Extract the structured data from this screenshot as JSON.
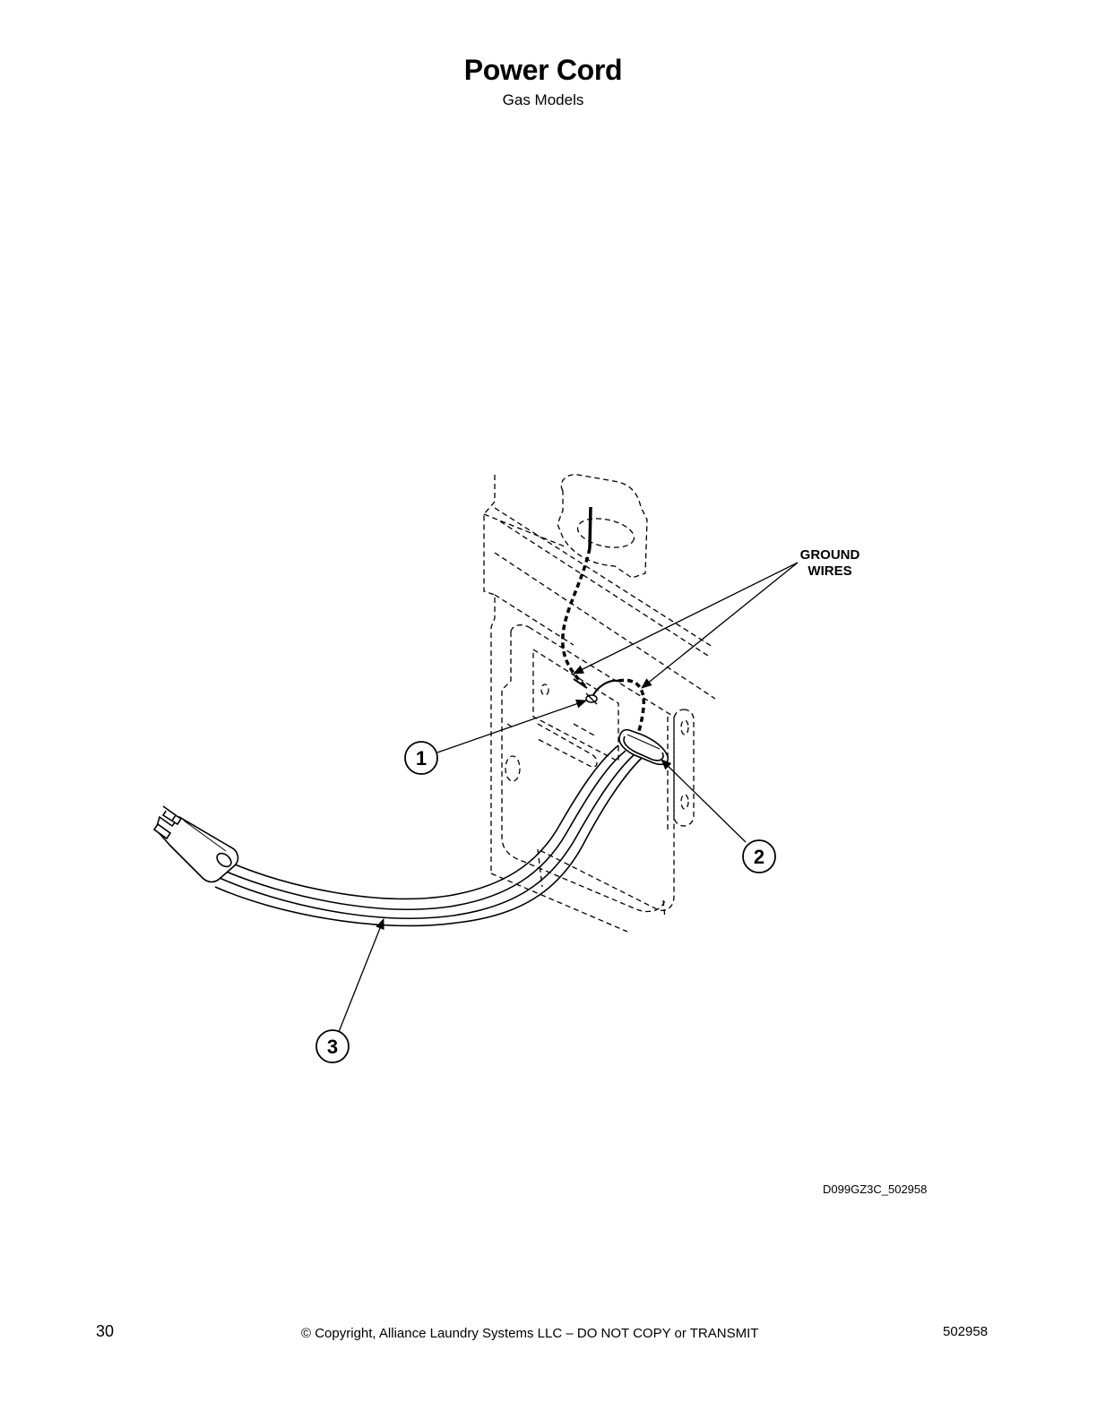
{
  "header": {
    "title": "Power Cord",
    "subtitle": "Gas Models"
  },
  "diagram": {
    "callout_label_line1": "GROUND",
    "callout_label_line2": "WIRES",
    "callouts": [
      "1",
      "2",
      "3"
    ],
    "drawing_id": "D099GZ3C_502958"
  },
  "footer": {
    "page_number": "30",
    "copyright": "© Copyright, Alliance Laundry Systems LLC – DO NOT COPY or TRANSMIT",
    "document_number": "502958"
  }
}
